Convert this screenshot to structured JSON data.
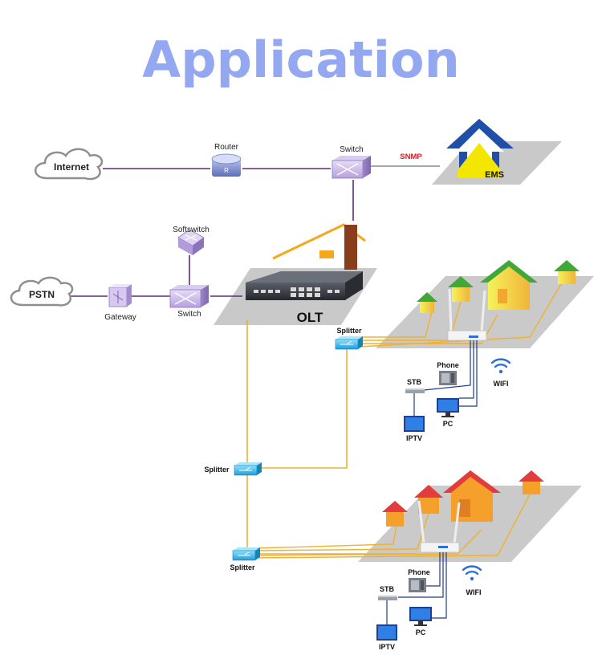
{
  "title": "Application",
  "labels": {
    "internet": "Internet",
    "router": "Router",
    "switch_top": "Switch",
    "snmp": "SNMP",
    "ems": "EMS",
    "softswitch": "Softswitch",
    "pstn": "PSTN",
    "gateway": "Gateway",
    "switch_mid": "Switch",
    "olt": "OLT",
    "splitter_top": "Splitter",
    "splitter_mid": "Splitter",
    "splitter_bottom": "Splitter",
    "home1": {
      "phone": "Phone",
      "wifi": "WIFI",
      "stb": "STB",
      "pc": "PC",
      "iptv": "IPTV"
    },
    "home2": {
      "phone": "Phone",
      "wifi": "WIFI",
      "stb": "STB",
      "pc": "PC",
      "iptv": "IPTV"
    }
  },
  "icons": {
    "router": "router-icon",
    "switch": "switch-icon",
    "cloud": "cloud-icon",
    "ems": "ems-house-arrow-icon",
    "olt": "olt-chassis-icon",
    "splitter": "splitter-icon",
    "onu": "onu-router-icon",
    "phone": "phone-icon",
    "monitor": "monitor-icon",
    "stb": "stb-icon",
    "wifi": "wifi-icon",
    "house": "house-icon"
  },
  "colors": {
    "title": "#93a8f0",
    "fiber": "#f0b030",
    "link": "#5b2d7a",
    "snmp": "#d0202a",
    "platform": "#c8c8c8",
    "ems_arrow": "#1f4fa8",
    "ems_fill": "#f3e600",
    "switch_face": "#bda7e0",
    "splitter": "#34b8ef",
    "house_green": "#3fa838",
    "house_red": "#e23c3c",
    "wall_yellow": "#eef04a",
    "wall_orange": "#f5a02a",
    "olt_body": "#3a3d45",
    "device_blue": "#2e6fd6"
  }
}
